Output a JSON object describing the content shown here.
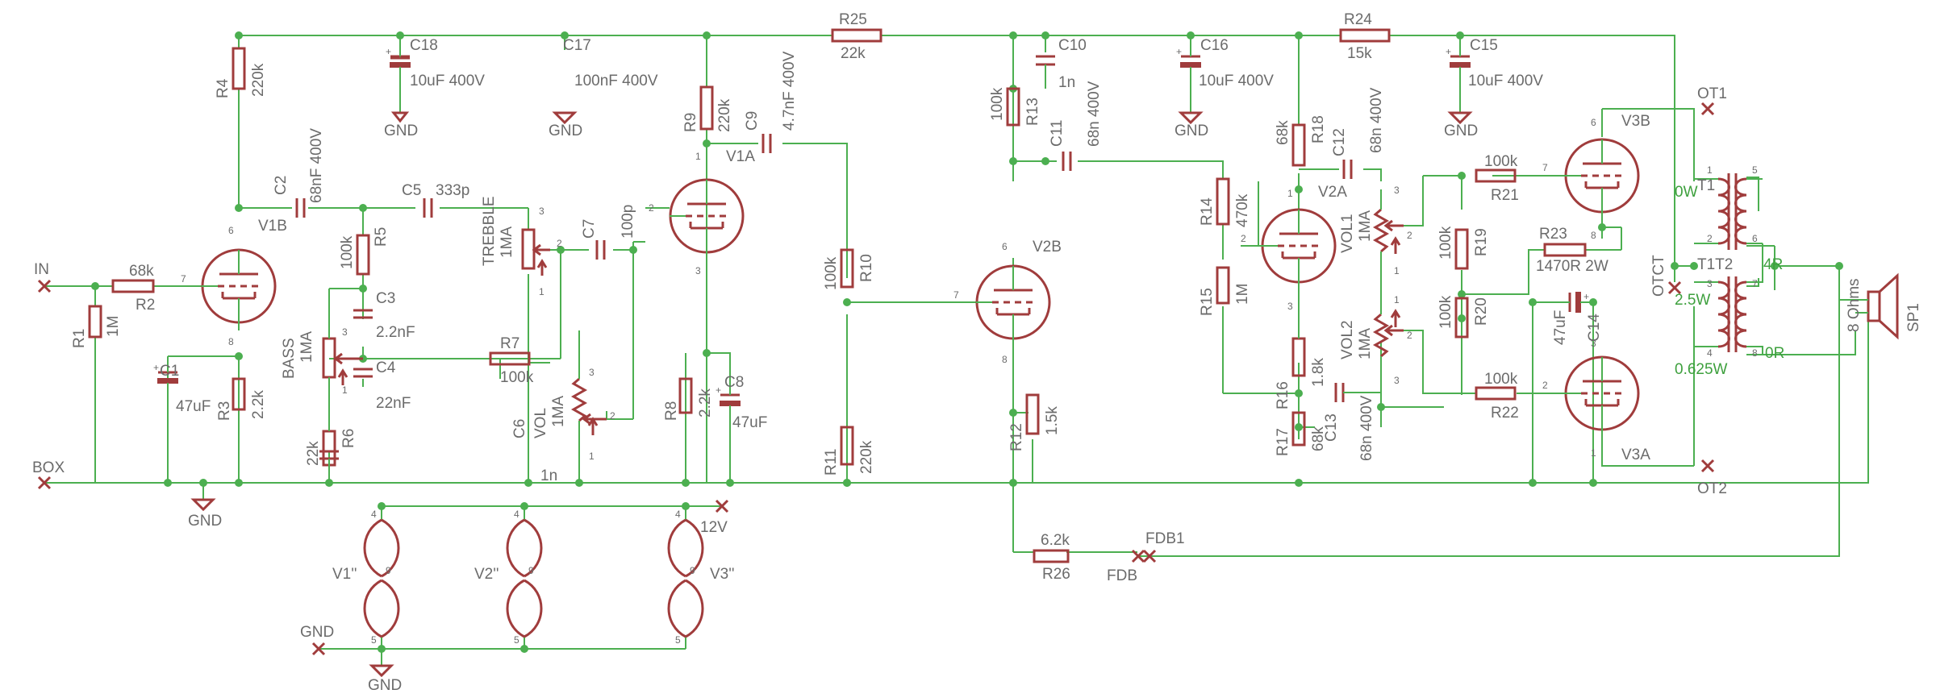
{
  "labels": {
    "R1": "R1",
    "R1v": "1M",
    "R2": "R2",
    "R2v": "68k",
    "R3": "R3",
    "R3v": "2.2k",
    "R4": "R4",
    "R4v": "220k",
    "R5": "R5",
    "R5v": "100k",
    "R6": "R6",
    "R6v": "22k",
    "R7": "R7",
    "R7v": "100k",
    "R8": "R8",
    "R8v": "2.2k",
    "R9": "R9",
    "R9v": "220k",
    "R10": "R10",
    "R10v": "100k",
    "R11": "R11",
    "R11v": "220k",
    "R12": "R12",
    "R12v": "1.5k",
    "R13": "R13",
    "R13v": "100k",
    "R14": "R14",
    "R14v": "470k",
    "R15": "R15",
    "R15v": "1M",
    "R16": "R16",
    "R16v": "1.8k",
    "R17": "R17",
    "R17v": "68k",
    "R18": "R18",
    "R18v": "68k",
    "R19": "R19",
    "R19v": "100k",
    "R20": "R20",
    "R20v": "100k",
    "R21": "R21",
    "R21v": "100k",
    "R22": "R22",
    "R22v": "100k",
    "R23": "R23",
    "R23v": "1470R 2W",
    "R24": "R24",
    "R24v": "15k",
    "R25": "R25",
    "R25v": "22k",
    "R26": "R26",
    "R26v": "6.2k",
    "C1": "C1",
    "C1v": "47uF",
    "C2": "C2",
    "C2v": "68nF 400V",
    "C3": "C3",
    "C3v": "2.2nF",
    "C4": "C4",
    "C4v": "22nF",
    "C5": "C5",
    "C5v": "333p",
    "C6": "C6",
    "C6v": "1n",
    "C7": "C7",
    "C7v": "100p",
    "C8": "C8",
    "C8v": "47uF",
    "C9": "C9",
    "C9v": "4.7nF 400V",
    "C10": "C10",
    "C10v": "1n",
    "C11": "C11",
    "C11v": "68n 400V",
    "C12": "C12",
    "C12v": "68n 400V",
    "C13": "C13",
    "C13v": "68n 400V",
    "C14": "C14",
    "C14v": "47uF",
    "C15": "C15",
    "C15v": "10uF 400V",
    "C16": "C16",
    "C16v": "10uF 400V",
    "C17": "C17",
    "C17v": "100nF 400V",
    "C18": "C18",
    "C18v": "10uF 400V",
    "BASS": "BASS",
    "BASSv": "1MA",
    "TREBBLE": "TREBBLE",
    "TREBBLEv": "1MA",
    "VOL": "VOL",
    "VOLv": "1MA",
    "VOL1": "VOL1",
    "VOL1v": "1MA",
    "VOL2": "VOL2",
    "VOL2v": "1MA",
    "V1A": "V1A",
    "V1B": "V1B",
    "V2A": "V2A",
    "V2B": "V2B",
    "V3A": "V3A",
    "V3B": "V3B",
    "V1h": "V1''",
    "V2h": "V2''",
    "V3h": "V3''",
    "IN": "IN",
    "BOX": "BOX",
    "GND": "GND",
    "V12": "12V",
    "FDB": "FDB",
    "FDB1": "FDB1",
    "OT1": "OT1",
    "OT2": "OT2",
    "OTCT": "OTCT",
    "T1": "T1",
    "T1T2": "T1T2",
    "SP1": "SP1",
    "SP1v": "8 Ohms",
    "W0": "0W",
    "W25": "2.5W",
    "W0625": "0.625W",
    "R4R": "4R",
    "R0R": "0R"
  },
  "pins": {
    "p1": "1",
    "p2": "2",
    "p3": "3",
    "p4": "4",
    "p5": "5",
    "p6": "6",
    "p7": "7",
    "p8": "8",
    "p9": "9"
  },
  "colors": {
    "wire": "#4caf50",
    "component": "#a03c3c",
    "text": "#6b6b6b",
    "annotation": "#3ea03e"
  }
}
